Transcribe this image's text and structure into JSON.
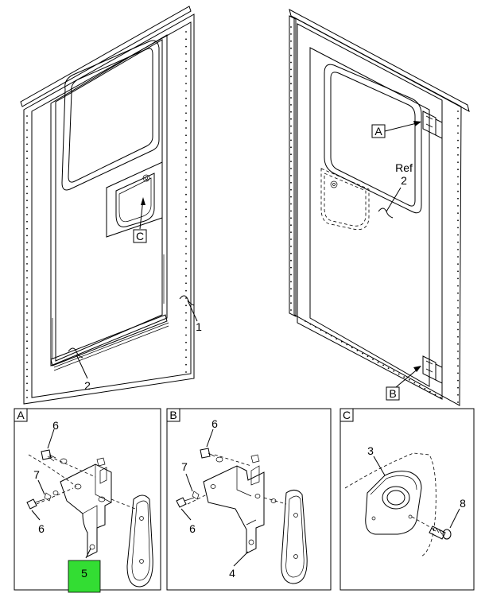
{
  "callouts": {
    "c1": "1",
    "c2_left": "2",
    "c2_ref_word": "Ref",
    "c2_ref_num": "2",
    "c3": "3",
    "c4": "4",
    "c5": "5",
    "a6_top": "6",
    "a7": "7",
    "a6_bottom": "6",
    "b6_top": "6",
    "b7": "7",
    "b6_bottom": "6",
    "c8": "8"
  },
  "view_labels": {
    "left_c": "C",
    "right_a": "A",
    "right_b": "B",
    "panel_a": "A",
    "panel_b": "B",
    "panel_c": "C"
  },
  "colors": {
    "highlight": "#33dd33",
    "line": "#000000"
  }
}
